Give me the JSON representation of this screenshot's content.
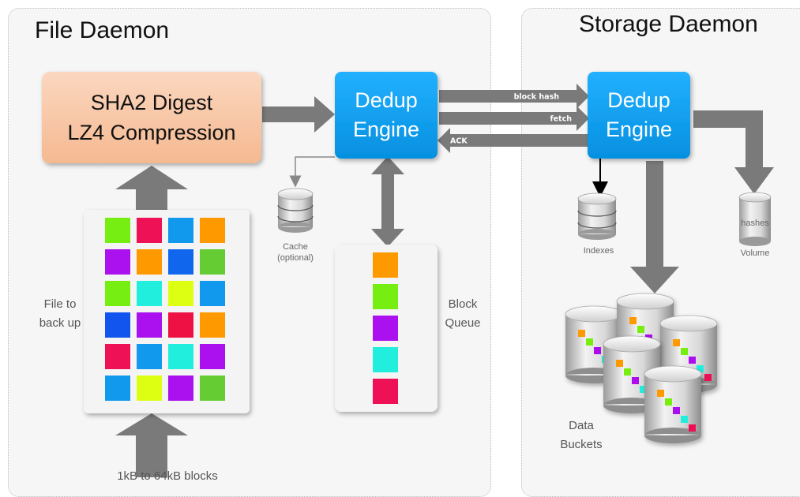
{
  "file_daemon": {
    "title": "File Daemon",
    "sha_box": {
      "line1": "SHA2 Digest",
      "line2": "LZ4 Compression"
    },
    "dedup_engine": {
      "line1": "Dedup",
      "line2": "Engine"
    },
    "file_label": {
      "line1": "File to",
      "line2": "back up"
    },
    "block_size_label": "1kB to 64kB blocks",
    "cache_label": {
      "line1": "Cache",
      "line2": "(optional)"
    },
    "queue_label": {
      "line1": "Block",
      "line2": "Queue"
    },
    "file_block_colors": [
      [
        "#77ee11",
        "#ee1155",
        "#1199ee",
        "#ff9900"
      ],
      [
        "#aa11ee",
        "#ff9900",
        "#1166ee",
        "#66cc33"
      ],
      [
        "#77ee11",
        "#22eedd",
        "#ddff11",
        "#1199ee"
      ],
      [
        "#1155ee",
        "#aa11ee",
        "#ee1144",
        "#ff9900"
      ],
      [
        "#ee1155",
        "#1199ee",
        "#22eedd",
        "#aa11ee"
      ],
      [
        "#1199ee",
        "#ddff11",
        "#aa11ee",
        "#66cc33"
      ]
    ],
    "queue_colors": [
      "#ff9900",
      "#77ee11",
      "#aa11ee",
      "#22eedd",
      "#ee1155"
    ]
  },
  "links": {
    "block_hash": "block hash",
    "fetch": "fetch",
    "ack": "ACK"
  },
  "storage_daemon": {
    "title": "Storage Daemon",
    "dedup_engine": {
      "line1": "Dedup",
      "line2": "Engine"
    },
    "indexes_label": "Indexes",
    "hashes_label": "hashes",
    "volume_label": "Volume",
    "buckets_label": {
      "line1": "Data",
      "line2": "Buckets"
    },
    "bucket_stripe_colors": [
      "#ff9900",
      "#77ee11",
      "#aa11ee",
      "#22eedd",
      "#ee1155"
    ]
  },
  "colors": {
    "dedup_blue": "#0aa0f0",
    "sha_peach": "#f9c9a8",
    "arrow_gray": "#7a7a7a"
  }
}
